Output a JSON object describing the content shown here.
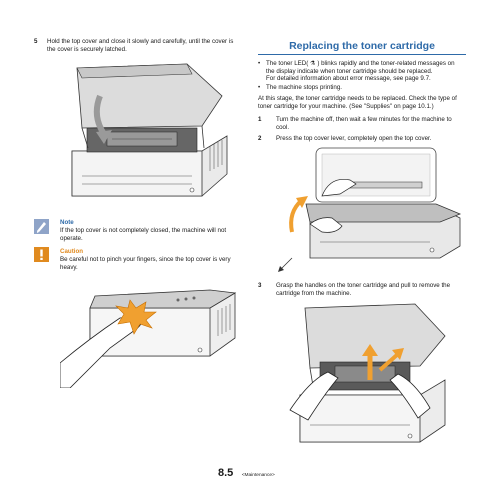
{
  "left": {
    "step5": {
      "number": "5",
      "text_line1": "Hold the top cover and close it slowly and carefully, until the cover is",
      "text_line2": "the cover is securely latched."
    },
    "note": {
      "label": "Note",
      "line1": "If the top cover is not completely closed, the machine will not",
      "line2": "operate."
    },
    "caution": {
      "label": "Caution",
      "line1": "Be careful not to pinch your fingers, since the top cover is very",
      "line2": "heavy."
    }
  },
  "right": {
    "heading": "Replacing the toner cartridge",
    "bullet1_line1_a": "The toner LED(",
    "bullet1_line1_b": ") blinks rapidly and the toner-related messages on",
    "bullet1_line2": "the display indicate when toner cartridge should be replaced.",
    "bullet1_line3": "For detailed information about error message, see page  9.7.",
    "bullet2": "The machine stops printing.",
    "para_line1": "At this stage, the toner cartridge needs to be replaced. Check the type of",
    "para_line2": "toner cartridge for your machine. (See \"Supplies\" on page 10.1.)",
    "step1": {
      "number": "1",
      "line1": "Turn the machine off, then wait a few minutes for the machine to",
      "line2": "cool."
    },
    "step2": {
      "number": "2",
      "line1": "Press the top cover lever, completely open the top cover."
    },
    "step3": {
      "number": "3",
      "line1": "Grasp the handles on the toner cartridge and pull to remove the",
      "line2": "cartridge from the machine."
    }
  },
  "footer": {
    "page_number": "8.5",
    "section": "<Maintenance>"
  },
  "colors": {
    "heading_blue": "#2e6aa8",
    "caution_orange": "#e08a1f",
    "note_icon_bg": "#8fa4c8",
    "arrow_orange": "#f0a030"
  }
}
